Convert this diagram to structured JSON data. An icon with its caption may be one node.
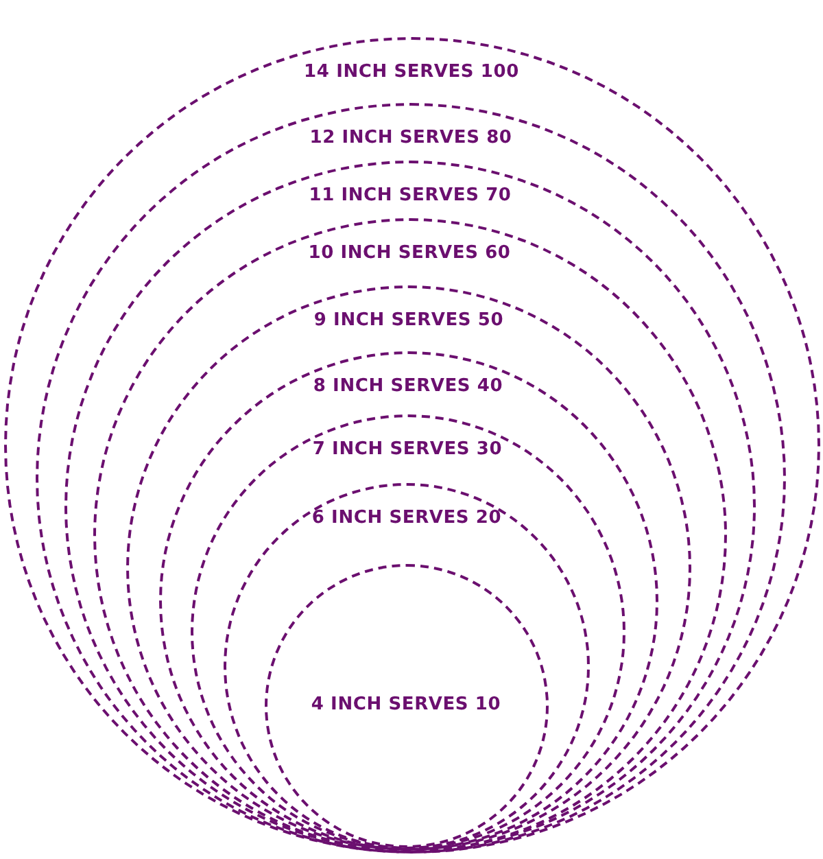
{
  "diagram": {
    "nodes": [
      {
        "text": [
          "14 INCH SERVES 100"
        ]
      },
      {
        "text": [
          "12 INCH SERVES 80"
        ],
        "in": 0
      },
      {
        "text": [
          "11 INCH SERVES 70"
        ],
        "in": 1
      },
      {
        "text": [
          "10 INCH SERVES 60"
        ],
        "in": 2
      },
      {
        "text": [
          "9 INCH SERVES 50"
        ],
        "in": 3
      },
      {
        "text": [
          "8 INCH SERVES 40"
        ],
        "in": 4
      },
      {
        "text": [
          "7 INCH SERVES 30"
        ],
        "in": 5
      },
      {
        "text": [
          "6 INCH SERVES 20"
        ],
        "in": 6
      },
      {
        "text": [
          "4 INCH SERVES 10"
        ],
        "in": 7
      }
    ],
    "edges": []
  }
}
